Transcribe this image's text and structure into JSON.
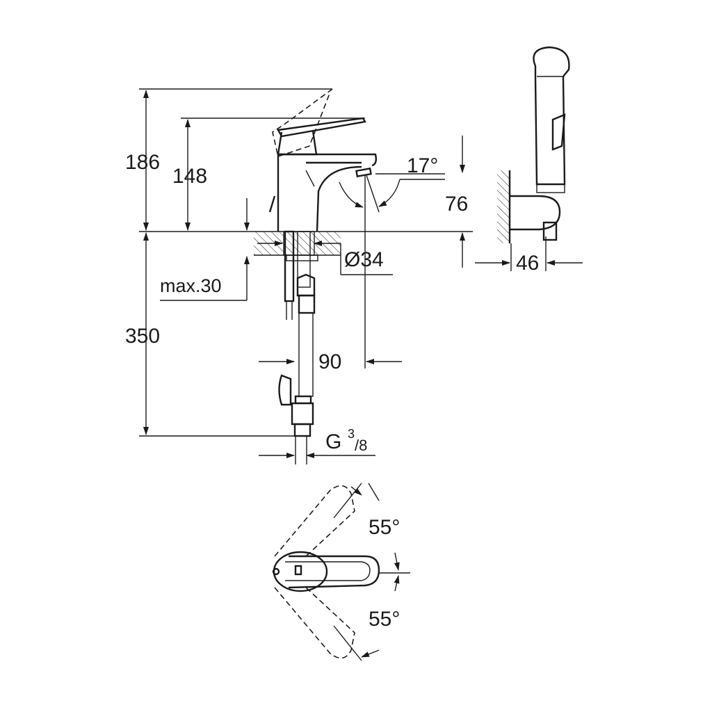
{
  "title": "Bidet mixer with hand shower – dimension drawing",
  "dimensions": {
    "overall_height_lever_up": "186",
    "height": "148",
    "spout_angle": "17°",
    "spout_height": "76",
    "hole_diameter": "Ø34",
    "max_deck_thickness": "max.30",
    "hose_length": "350",
    "projection": "90",
    "thread_prefix": "G",
    "thread_num": "3",
    "thread_den": "/8",
    "holder_width": "46",
    "rotation_up": "55°",
    "rotation_down": "55°"
  },
  "colors": {
    "line": "#1a1a1a",
    "background": "#ffffff"
  }
}
